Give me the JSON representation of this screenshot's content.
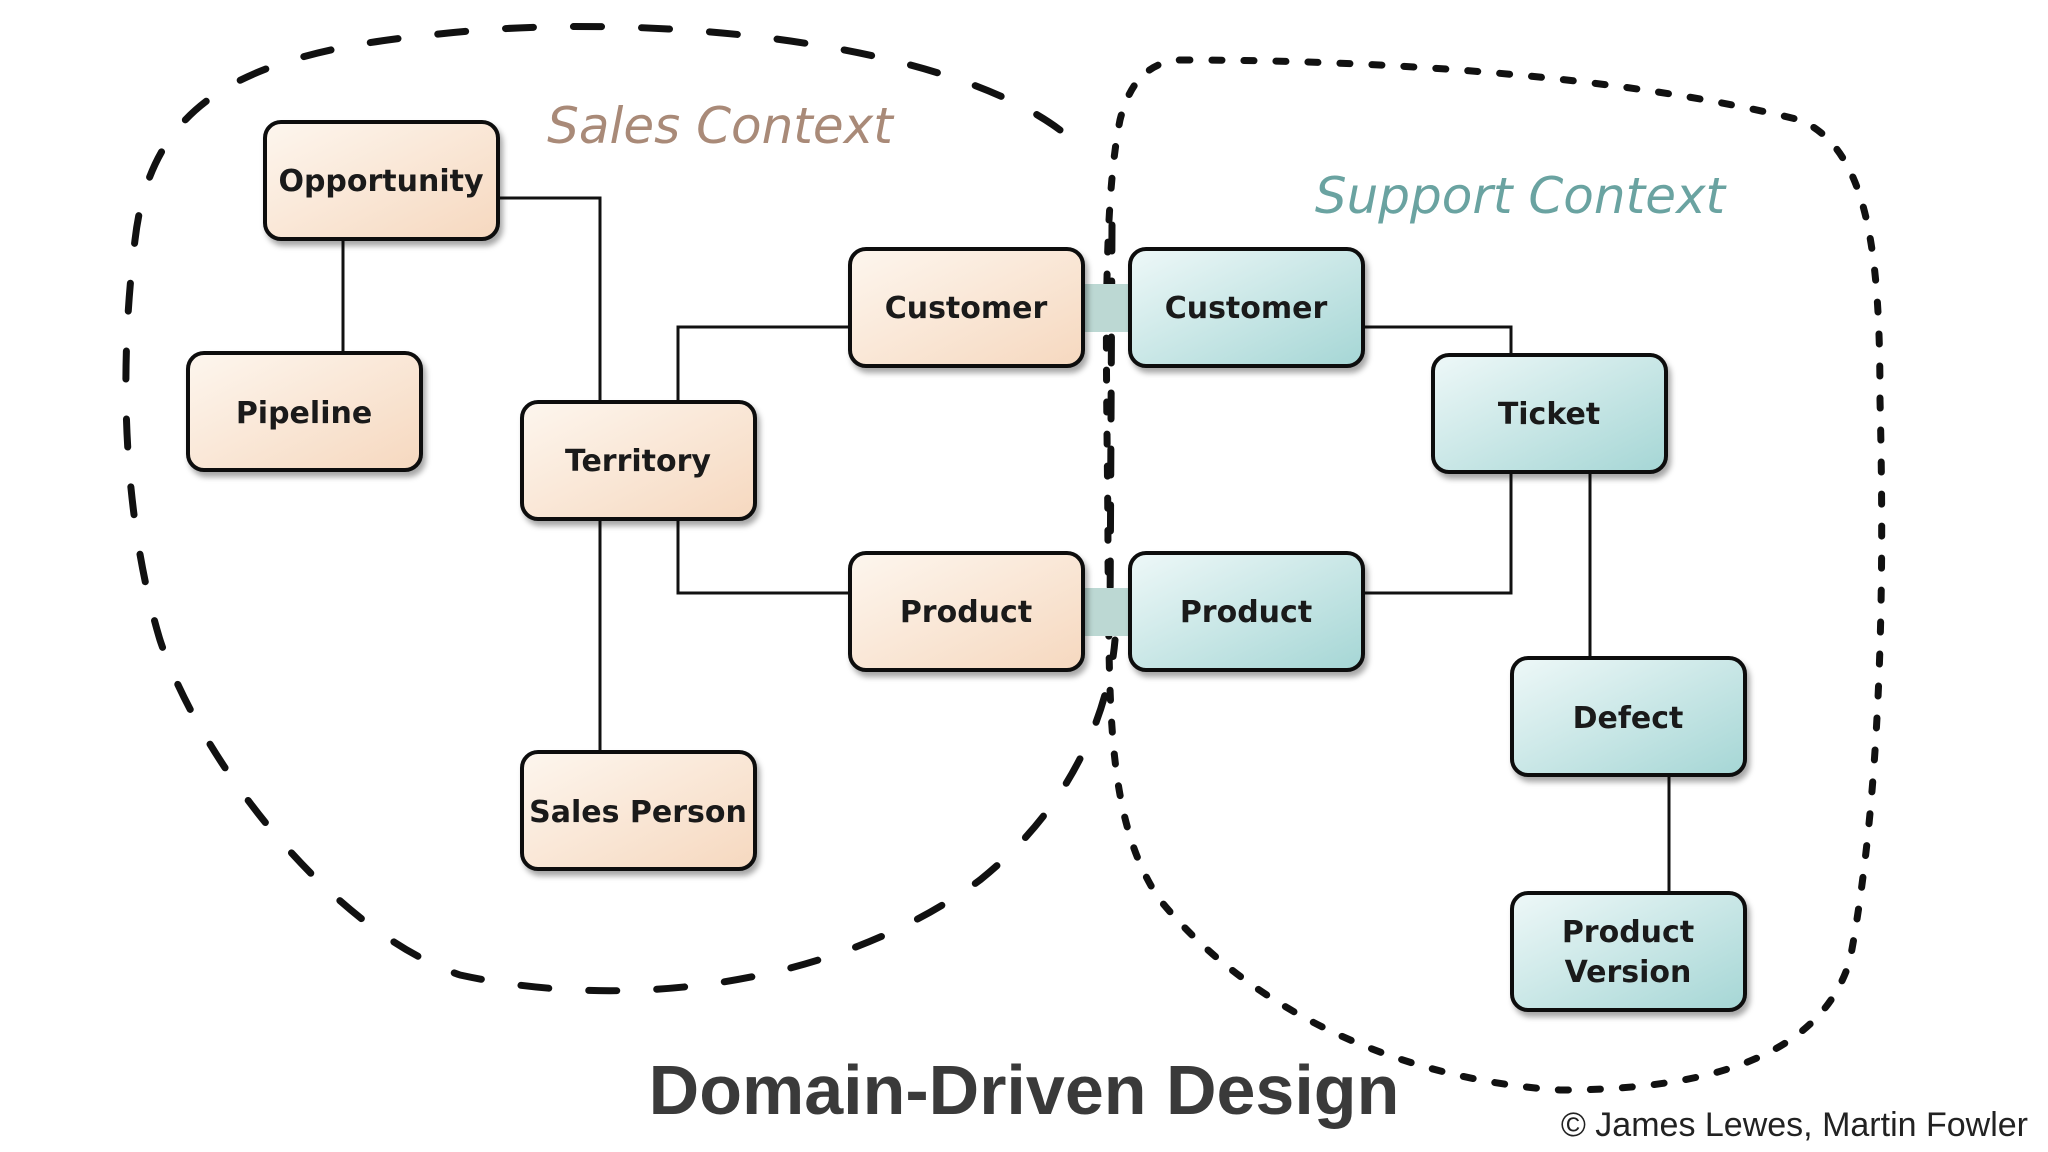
{
  "title": "Domain-Driven Design",
  "credit": "© James Lewes, Martin Fowler",
  "colors": {
    "sales_label": "#a98a78",
    "support_label": "#6aa3a1",
    "sales_node_top": "#fdf6ee",
    "sales_node_bottom": "#f7dcc4",
    "support_node_top": "#e9f6f6",
    "support_node_bottom": "#a9d9d8",
    "bridge": "#bcd8d3",
    "stroke": "#111111"
  },
  "contexts": {
    "sales": {
      "label": "Sales Context"
    },
    "support": {
      "label": "Support Context"
    }
  },
  "nodes": {
    "opportunity": {
      "label": "Opportunity"
    },
    "pipeline": {
      "label": "Pipeline"
    },
    "territory": {
      "label": "Territory"
    },
    "sales_person": {
      "label": "Sales Person"
    },
    "sales_customer": {
      "label": "Customer"
    },
    "sales_product": {
      "label": "Product"
    },
    "support_customer": {
      "label": "Customer"
    },
    "support_product": {
      "label": "Product"
    },
    "ticket": {
      "label": "Ticket"
    },
    "defect": {
      "label": "Defect"
    },
    "product_version": {
      "label_line1": "Product",
      "label_line2": "Version"
    }
  }
}
